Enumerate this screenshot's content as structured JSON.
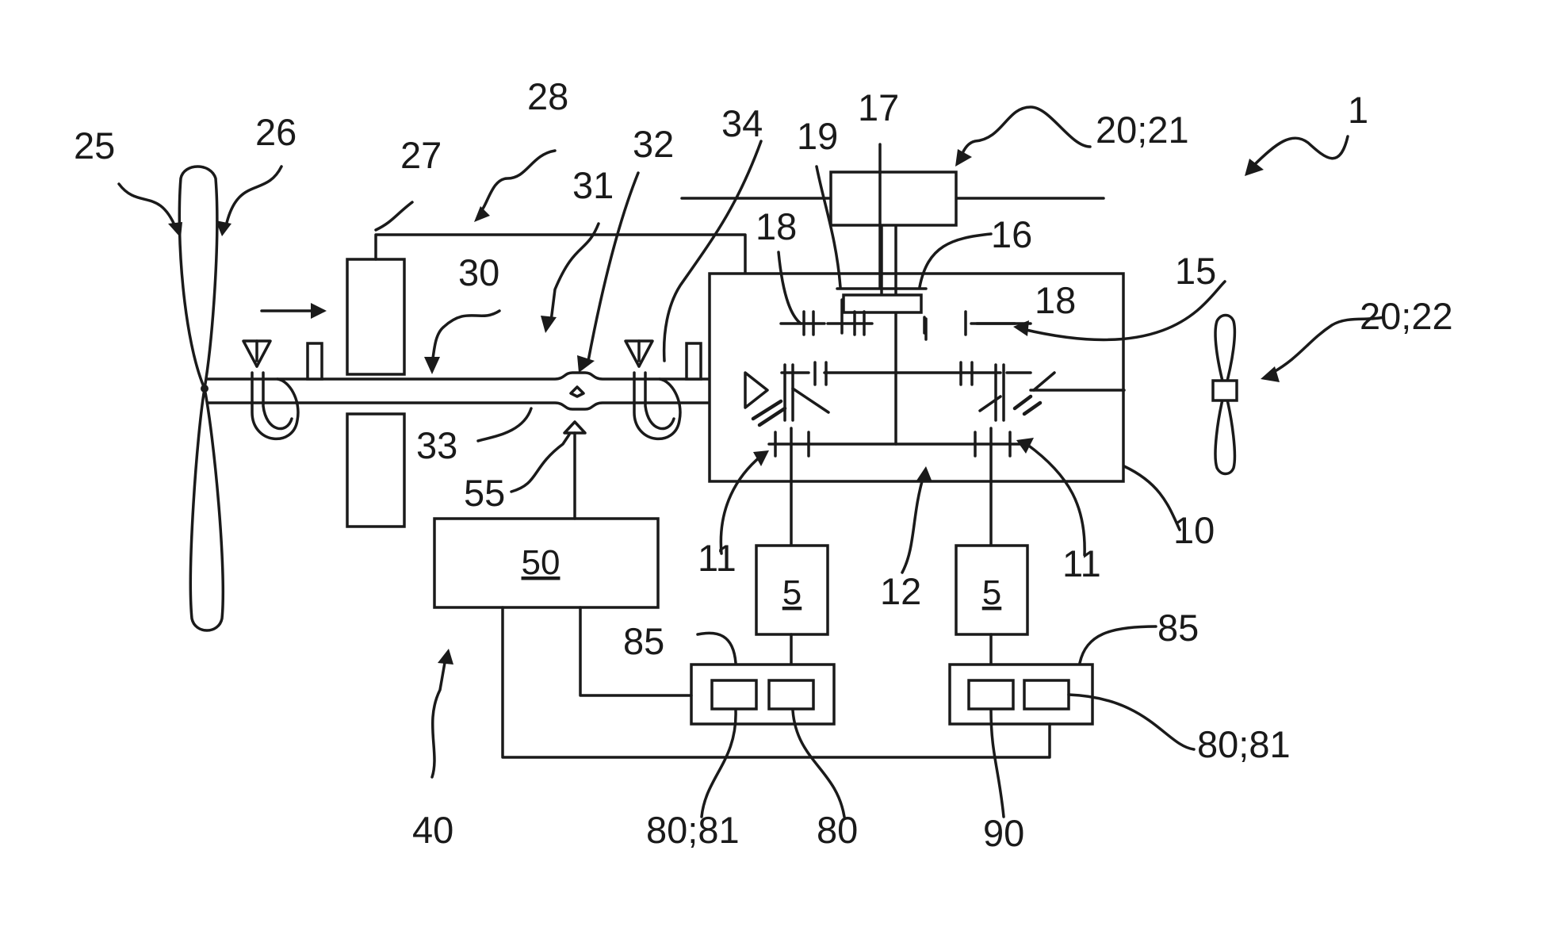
{
  "labels": {
    "l1": "1",
    "l25": "25",
    "l26": "26",
    "l27": "27",
    "l28": "28",
    "l30": "30",
    "l31": "31",
    "l32": "32",
    "l33": "33",
    "l34": "34",
    "l19": "19",
    "l17": "17",
    "l16": "16",
    "l18a": "18",
    "l18b": "18",
    "l15": "15",
    "l20_21": "20;21",
    "l20_22": "20;22",
    "l10": "10",
    "l11a": "11",
    "l11b": "11",
    "l12": "12",
    "l55": "55",
    "l40": "40",
    "l85a": "85",
    "l85b": "85",
    "l80_81a": "80;81",
    "l80": "80",
    "l90": "90",
    "l80_81b": "80;81"
  },
  "blocks": {
    "controller": "50",
    "motor_left": "5",
    "motor_right": "5"
  }
}
